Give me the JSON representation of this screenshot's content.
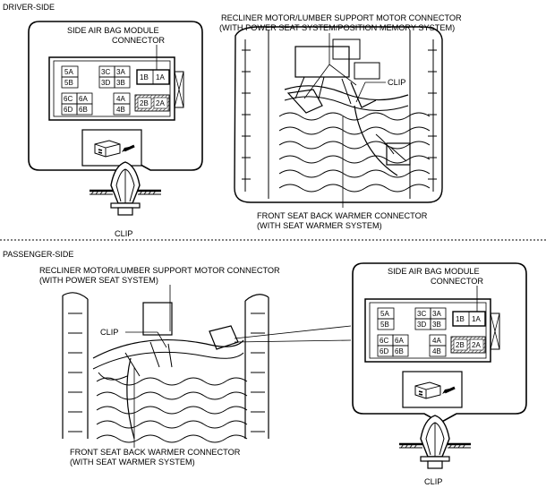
{
  "sections": {
    "driver": {
      "title": "DRIVER-SIDE",
      "airbag_label": [
        "SIDE AIR BAG MODULE",
        "CONNECTOR"
      ],
      "recliner_label": [
        "RECLINER MOTOR/LUMBER SUPPORT MOTOR CONNECTOR",
        "(WITH POWER SEAT SYSTEM/POSITION MEMORY SYSTEM)"
      ],
      "clip_label": "CLIP",
      "warmer_label": [
        "FRONT SEAT BACK WARMER CONNECTOR",
        "(WITH SEAT WARMER SYSTEM)"
      ],
      "bottom_clip_label": "CLIP"
    },
    "passenger": {
      "title": "PASSENGER-SIDE",
      "recliner_label": [
        "RECLINER MOTOR/LUMBER SUPPORT MOTOR CONNECTOR",
        "(WITH POWER SEAT SYSTEM)"
      ],
      "clip_label": "CLIP",
      "airbag_label": [
        "SIDE AIR BAG MODULE",
        "CONNECTOR"
      ],
      "warmer_label": [
        "FRONT SEAT BACK WARMER CONNECTOR",
        "(WITH SEAT WARMER SYSTEM)"
      ],
      "bottom_clip_label": "CLIP"
    }
  },
  "connector_pins": [
    "5A",
    "5B",
    "3C",
    "3A",
    "3D",
    "3B",
    "1B",
    "1A",
    "6C",
    "6A",
    "6D",
    "6B",
    "4A",
    "4B",
    "2B",
    "2A"
  ]
}
